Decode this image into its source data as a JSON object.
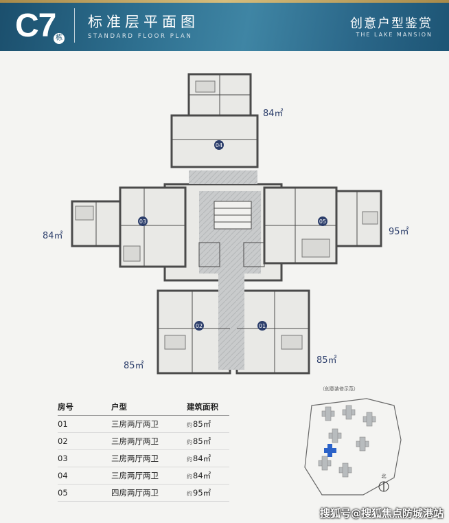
{
  "header": {
    "building": "C7",
    "building_suffix": "栋",
    "title_cn": "标准层平面图",
    "title_en": "STANDARD FLOOR PLAN",
    "right_cn": "创意户型鉴赏",
    "right_en": "THE LAKE MANSION"
  },
  "plan": {
    "areas": {
      "unit04": "84㎡",
      "unit03": "84㎡",
      "unit05": "95㎡",
      "unit02": "85㎡",
      "unit01": "85㎡"
    },
    "markers": {
      "m01": "01",
      "m02": "02",
      "m03": "03",
      "m04": "04",
      "m05": "05"
    }
  },
  "table": {
    "headers": {
      "no": "房号",
      "type": "户型",
      "area": "建筑面积"
    },
    "approx": "约",
    "rows": [
      {
        "no": "01",
        "type": "三房两厅两卫",
        "area": "85㎡"
      },
      {
        "no": "02",
        "type": "三房两厅两卫",
        "area": "85㎡"
      },
      {
        "no": "03",
        "type": "三房两厅两卫",
        "area": "84㎡"
      },
      {
        "no": "04",
        "type": "三房两厅两卫",
        "area": "84㎡"
      },
      {
        "no": "05",
        "type": "四房两厅两卫",
        "area": "95㎡"
      }
    ]
  },
  "site": {
    "caption": "（创意装修示范）",
    "north": "北"
  },
  "watermark": "搜狐号@搜狐焦点防城港站",
  "colors": {
    "header": "#2d6e8e",
    "marker": "#2c3e6b",
    "wall": "#4a4a4a"
  }
}
